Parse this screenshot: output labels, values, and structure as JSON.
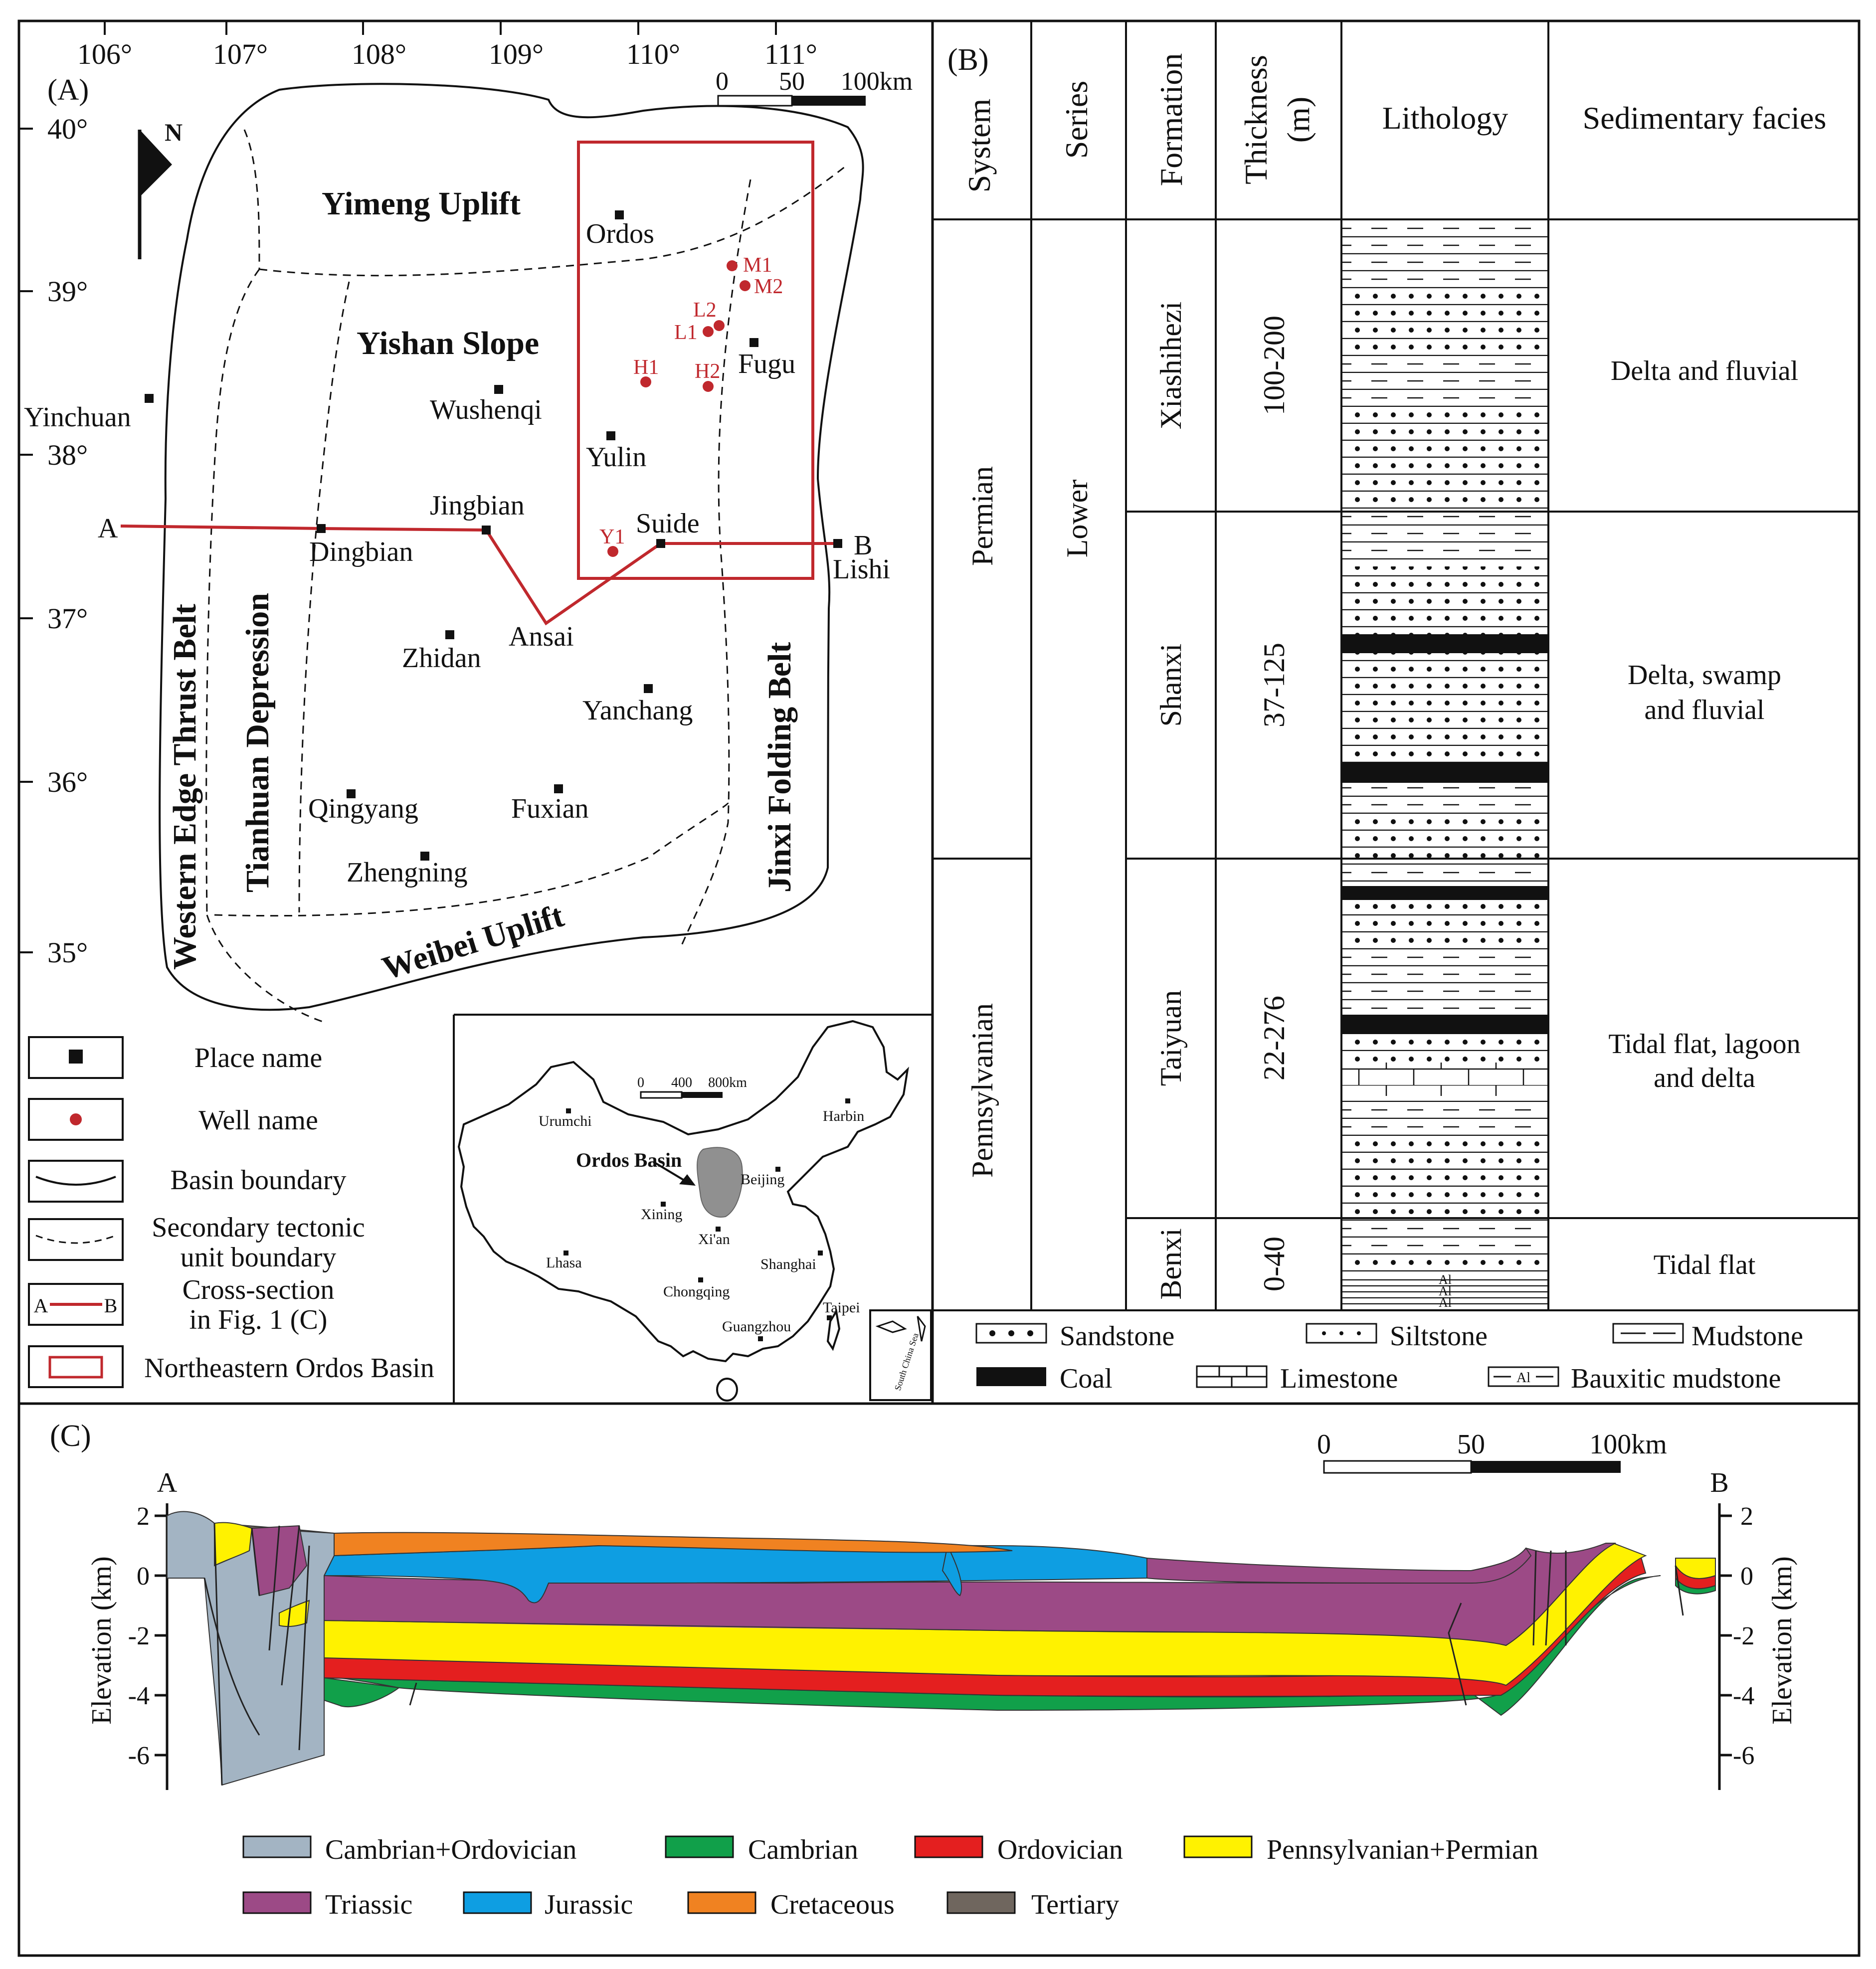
{
  "panel_a": {
    "label": "(A)",
    "longitudes": [
      "106°",
      "107°",
      "108°",
      "109°",
      "110°",
      "111°"
    ],
    "latitudes": [
      "40°",
      "39°",
      "38°",
      "37°",
      "36°",
      "35°"
    ],
    "north": "N",
    "scale": [
      "0",
      "50",
      "100km"
    ],
    "units": [
      "Yimeng Uplift",
      "Yishan Slope",
      "Western Edge Thrust Belt",
      "Tianhuan Depression",
      "Jinxi Folding Belt",
      "Weibei Uplift"
    ],
    "places": [
      "Ordos",
      "Fugu",
      "Wushenqi",
      "Yinchuan",
      "Yulin",
      "Jingbian",
      "Dingbian",
      "Suide",
      "Lishi",
      "Ansai",
      "Zhidan",
      "Yanchang",
      "Qingyang",
      "Fuxian",
      "Zhengning"
    ],
    "wells": [
      "M1",
      "M2",
      "L2",
      "L1",
      "H1",
      "H2",
      "Y1"
    ],
    "section_ends": [
      "A",
      "B"
    ],
    "legend": [
      "Place name",
      "Well name",
      "Basin boundary",
      "Secondary tectonic",
      "unit boundary",
      "Cross-section",
      "in Fig. 1 (C)",
      "Northeastern Ordos Basin"
    ],
    "legend_ab": [
      "A",
      "B"
    ]
  },
  "inset": {
    "scale": [
      "0",
      "400",
      "800km"
    ],
    "cities": [
      "Harbin",
      "Urumchi",
      "Beijing",
      "Xining",
      "Xi'an",
      "Lhasa",
      "Shanghai",
      "Chongqing",
      "Taipei",
      "Guangzhou"
    ],
    "basin_label": "Ordos Basin",
    "sea": "South China Sea"
  },
  "panel_b": {
    "label": "(B)",
    "headers": [
      "System",
      "Series",
      "Formation",
      "Thickness",
      "(m)",
      "Lithology",
      "Sedimentary facies"
    ],
    "systems": [
      "Permian",
      "Pennsylvanian"
    ],
    "series": [
      "Lower"
    ],
    "formations": [
      {
        "name": "Xiashihezi",
        "thickness": "100-200",
        "facies": [
          "Delta and fluvial"
        ]
      },
      {
        "name": "Shanxi",
        "thickness": "37-125",
        "facies": [
          "Delta, swamp",
          "and fluvial"
        ]
      },
      {
        "name": "Taiyuan",
        "thickness": "22-276",
        "facies": [
          "Tidal flat, lagoon",
          "and delta"
        ]
      },
      {
        "name": "Benxi",
        "thickness": "0-40",
        "facies": [
          "Tidal flat"
        ]
      }
    ],
    "lith_legend": [
      "Sandstone",
      "Siltstone",
      "Mudstone",
      "Coal",
      "Limestone",
      "Bauxitic mudstone"
    ],
    "al": "Al"
  },
  "panel_c": {
    "label": "(C)",
    "scale": [
      "0",
      "50",
      "100km"
    ],
    "ends": [
      "A",
      "B"
    ],
    "ylabel": "Elevation (km)",
    "ticks": [
      "2",
      "0",
      "-2",
      "-4",
      "-6"
    ],
    "legend": [
      {
        "name": "Cambrian+Ordovician",
        "color": "#a3b4c3"
      },
      {
        "name": "Cambrian",
        "color": "#11a04a"
      },
      {
        "name": "Ordovician",
        "color": "#e41f1f"
      },
      {
        "name": "Pennsylvanian+Permian",
        "color": "#fff200"
      },
      {
        "name": "Triassic",
        "color": "#9c4a86"
      },
      {
        "name": "Jurassic",
        "color": "#0e9ee2"
      },
      {
        "name": "Cretaceous",
        "color": "#f08221"
      },
      {
        "name": "Tertiary",
        "color": "#6f665e"
      }
    ]
  }
}
